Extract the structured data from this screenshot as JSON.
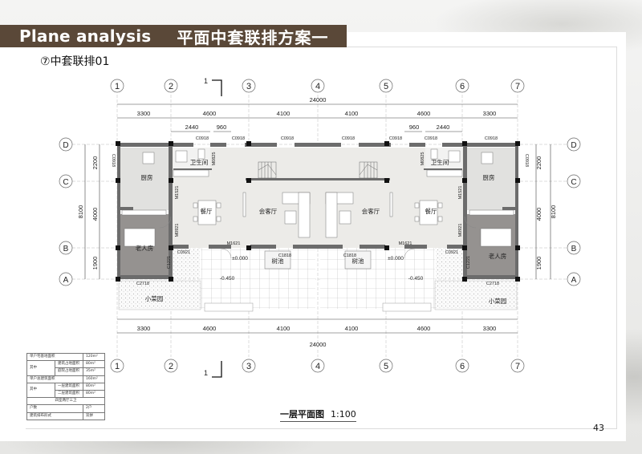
{
  "header": {
    "title_en": "Plane analysis",
    "title_cn": "平面中套联排方案一"
  },
  "subtitle": "⑦中套联排01",
  "plan": {
    "axes_x": [
      "1",
      "2",
      "3",
      "4",
      "5",
      "6",
      "7"
    ],
    "axes_y": [
      "D",
      "C",
      "B",
      "A"
    ],
    "dims_x": [
      "3300",
      "4600",
      "4100",
      "4100",
      "4600",
      "3300"
    ],
    "total_x": "24000",
    "sub_dims_left": [
      "2440",
      "960"
    ],
    "sub_dims_right": [
      "960",
      "2440"
    ],
    "dims_y": [
      "2200",
      "4000",
      "1900"
    ],
    "total_y": "8100",
    "section_mark": "1",
    "rooms": {
      "kitchen": "厨房",
      "bathroom": "卫生间",
      "dining": "餐厅",
      "living": "会客厅",
      "elder_room": "老人房",
      "tree_pool": "树池",
      "vegetable_garden": "小菜园"
    },
    "levels": {
      "floor": "±0.000",
      "yard": "-0.450"
    },
    "tags": {
      "c0918": "C0918",
      "m0825": "M0825",
      "m1521": "M1521",
      "m0921": "M0921",
      "c0921": "C0921",
      "c1221": "C1221",
      "m1621": "M1621",
      "c1818": "C1818",
      "c2718": "C2718"
    }
  },
  "table": {
    "rows": [
      {
        "label": "单户宅基地面积",
        "value": "120m²"
      },
      {
        "group": "其中",
        "label": "建筑占地面积",
        "value": "80m²"
      },
      {
        "label": "庭院占地面积",
        "value": "35m²"
      },
      {
        "label": "单户总建筑面积",
        "value": "160m²"
      },
      {
        "group": "其中",
        "label": "一层建筑面积",
        "value": "80m²"
      },
      {
        "label": "二层建筑面积",
        "value": "80m²"
      },
      {
        "label": "四室两厅三卫"
      },
      {
        "label": "户数",
        "value": "2户"
      },
      {
        "label": "建筑排布形式",
        "value": "双拼"
      }
    ]
  },
  "caption": {
    "title": "一层平面图",
    "scale": "1:100"
  },
  "page_number": "43"
}
